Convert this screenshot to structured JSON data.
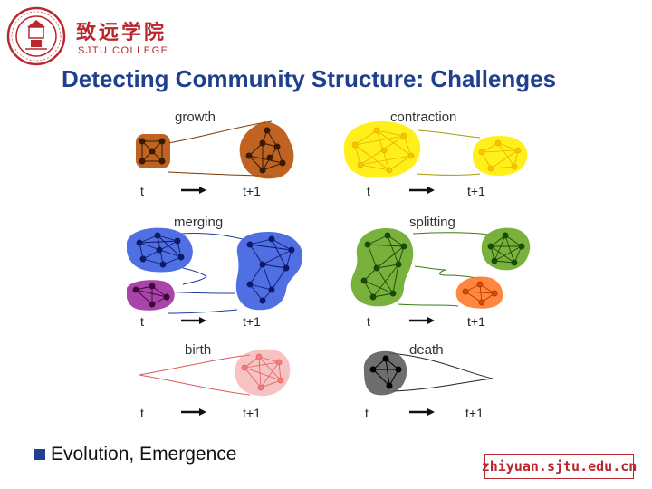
{
  "header": {
    "logo_cn": "致远学院",
    "logo_en": "SJTU COLLEGE"
  },
  "slide": {
    "title": "Detecting Community Structure: Challenges",
    "bullet": "Evolution, Emergence",
    "watermark": "zhiyuan.sjtu.edu.cn"
  },
  "diagram": {
    "time_labels": {
      "t": "t",
      "t1": "t+1"
    },
    "panels": [
      {
        "id": "growth",
        "label": "growth",
        "color": "#b8520a"
      },
      {
        "id": "contraction",
        "label": "contraction",
        "color": "#ffee00"
      },
      {
        "id": "merging",
        "label": "merging",
        "color": "#3c5fe0",
        "color2": "#a030a0"
      },
      {
        "id": "splitting",
        "label": "splitting",
        "color": "#6aa828",
        "color2": "#ff7a2a"
      },
      {
        "id": "birth",
        "label": "birth",
        "color": "#f09090"
      },
      {
        "id": "death",
        "label": "death",
        "color": "#555555"
      }
    ]
  }
}
